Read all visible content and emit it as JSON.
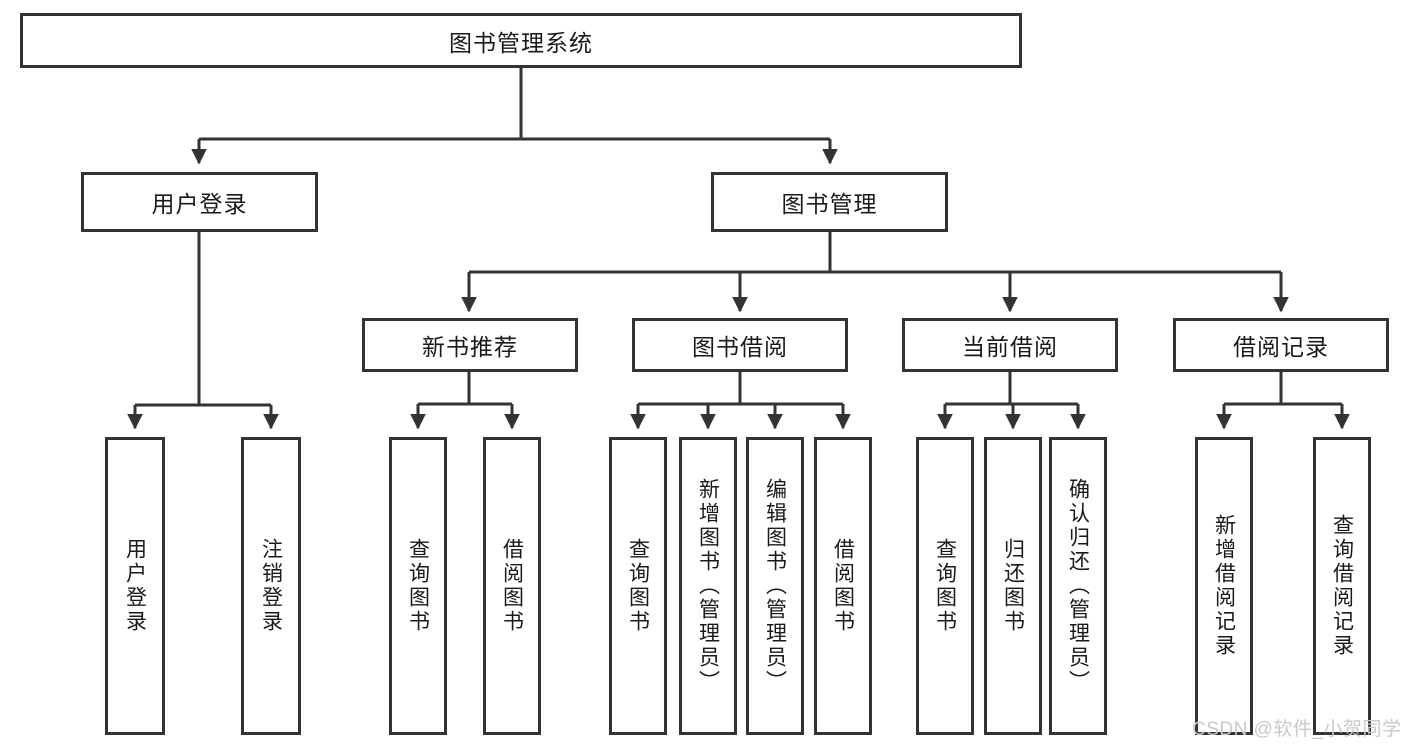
{
  "diagram": {
    "title": "图书管理系统",
    "type": "tree-hierarchy-chart",
    "colors": {
      "box_border": "#333333",
      "box_fill": "#ffffff",
      "edge": "#333333",
      "text": "#1a1a1a",
      "watermark": "#c9c9c9",
      "background": "#ffffff"
    }
  },
  "root": {
    "label": "图书管理系统"
  },
  "level1": [
    {
      "label": "用户登录"
    },
    {
      "label": "图书管理"
    }
  ],
  "level2": [
    {
      "label": "新书推荐"
    },
    {
      "label": "图书借阅"
    },
    {
      "label": "当前借阅"
    },
    {
      "label": "借阅记录"
    }
  ],
  "leaves": {
    "user_login": [
      {
        "label": "用户登录"
      },
      {
        "label": "注销登录"
      }
    ],
    "new_book_recommend": [
      {
        "label": "查询图书"
      },
      {
        "label": "借阅图书"
      }
    ],
    "book_borrow": [
      {
        "label": "查询图书"
      },
      {
        "label": "新增图书（管理员）"
      },
      {
        "label": "编辑图书（管理员）"
      },
      {
        "label": "借阅图书"
      }
    ],
    "current_borrow": [
      {
        "label": "查询图书"
      },
      {
        "label": "归还图书"
      },
      {
        "label": "确认归还（管理员）"
      }
    ],
    "borrow_records": [
      {
        "label": "新增借阅记录"
      },
      {
        "label": "查询借阅记录"
      }
    ]
  },
  "watermark": {
    "text": "CSDN @软件_小贺同学"
  }
}
